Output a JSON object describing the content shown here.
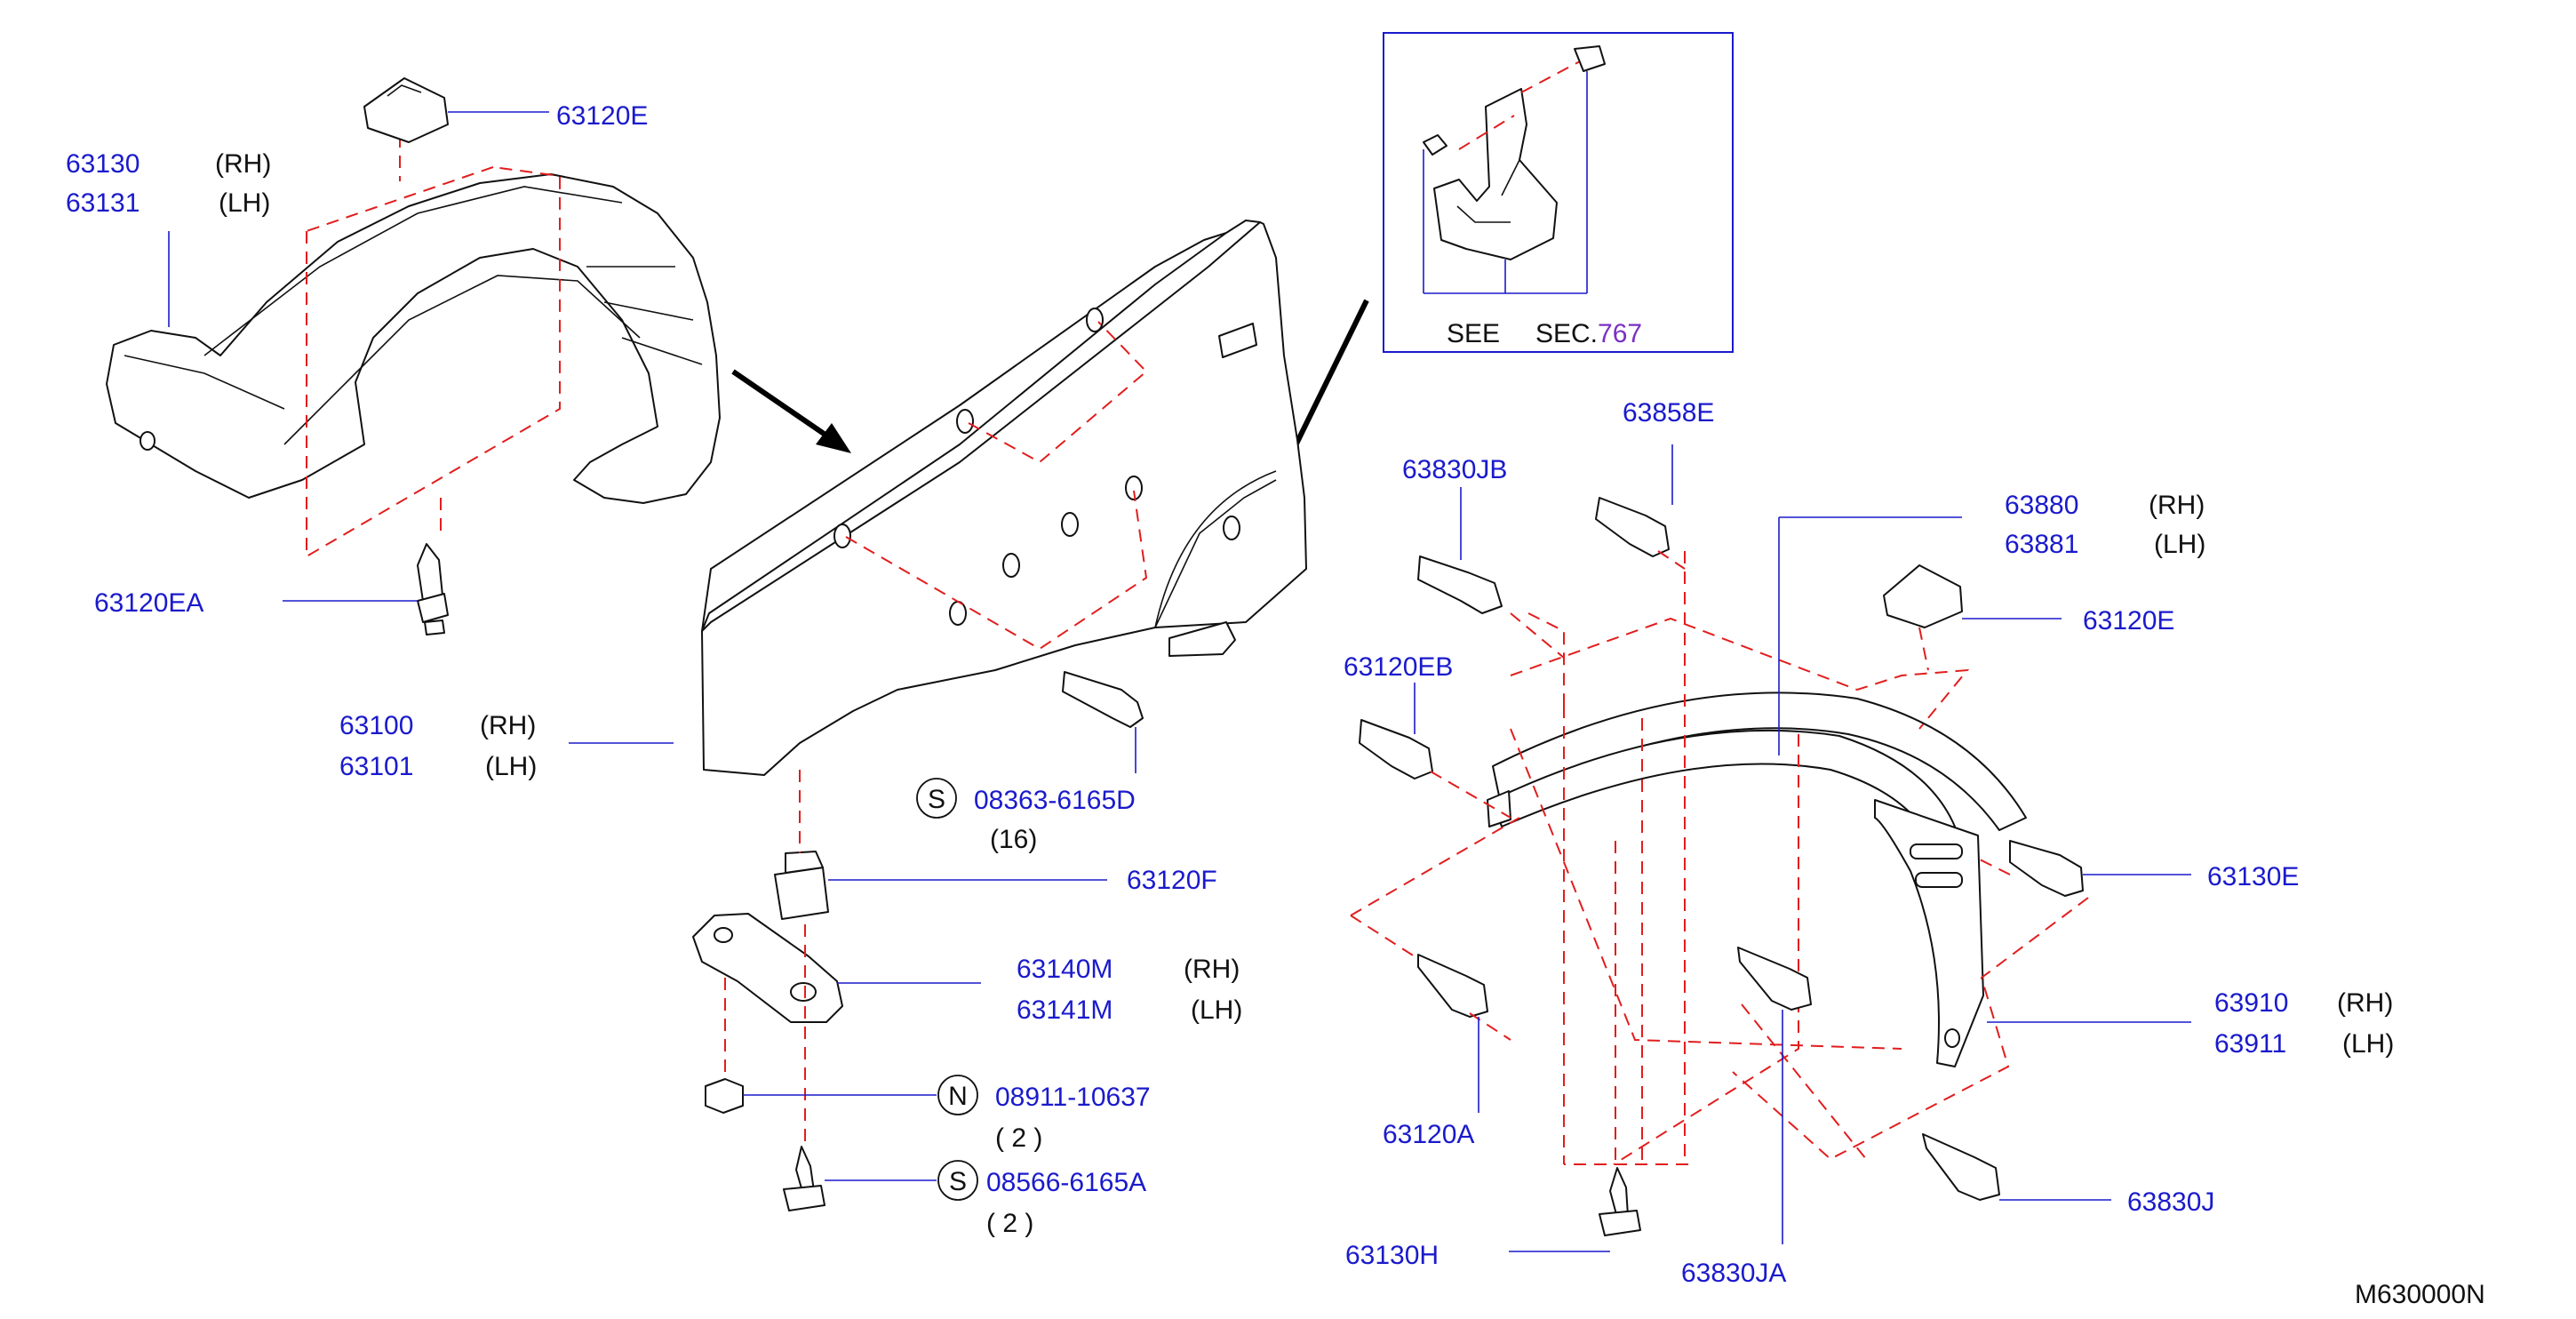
{
  "diagram_code": "M630000N",
  "inset": {
    "see_label": "SEE",
    "sec_label": "SEC.",
    "sec_number": "767"
  },
  "callouts": {
    "c63120E_top": {
      "part": "63120E"
    },
    "c63130": {
      "part": "63130",
      "side": "(RH)"
    },
    "c63131": {
      "part": "63131",
      "side": "(LH)"
    },
    "c63120EA": {
      "part": "63120EA"
    },
    "c63100": {
      "part": "63100",
      "side": "(RH)"
    },
    "c63101": {
      "part": "63101",
      "side": "(LH)"
    },
    "c08363": {
      "symbol": "S",
      "part": "08363-6165D",
      "qty": "(16)"
    },
    "c63120F": {
      "part": "63120F"
    },
    "c63140M": {
      "part": "63140M",
      "side": "(RH)"
    },
    "c63141M": {
      "part": "63141M",
      "side": "(LH)"
    },
    "c08911": {
      "symbol": "N",
      "part": "08911-10637",
      "qty": "( 2 )"
    },
    "c08566": {
      "symbol": "S",
      "part": "08566-6165A",
      "qty": "( 2 )"
    },
    "c63858E": {
      "part": "63858E"
    },
    "c63830JB": {
      "part": "63830JB"
    },
    "c63880": {
      "part": "63880",
      "side": "(RH)"
    },
    "c63881": {
      "part": "63881",
      "side": "(LH)"
    },
    "c63120E_right": {
      "part": "63120E"
    },
    "c63120EB": {
      "part": "63120EB"
    },
    "c63130E": {
      "part": "63130E"
    },
    "c63910": {
      "part": "63910",
      "side": "(RH)"
    },
    "c63911": {
      "part": "63911",
      "side": "(LH)"
    },
    "c63120A": {
      "part": "63120A"
    },
    "c63830J": {
      "part": "63830J"
    },
    "c63130H": {
      "part": "63130H"
    },
    "c63830JA": {
      "part": "63830JA"
    }
  },
  "colors": {
    "part_number": "#1a1acc",
    "section_ref": "#7a2fc4",
    "guide_line": "#e21d1d",
    "outline": "#111111"
  }
}
